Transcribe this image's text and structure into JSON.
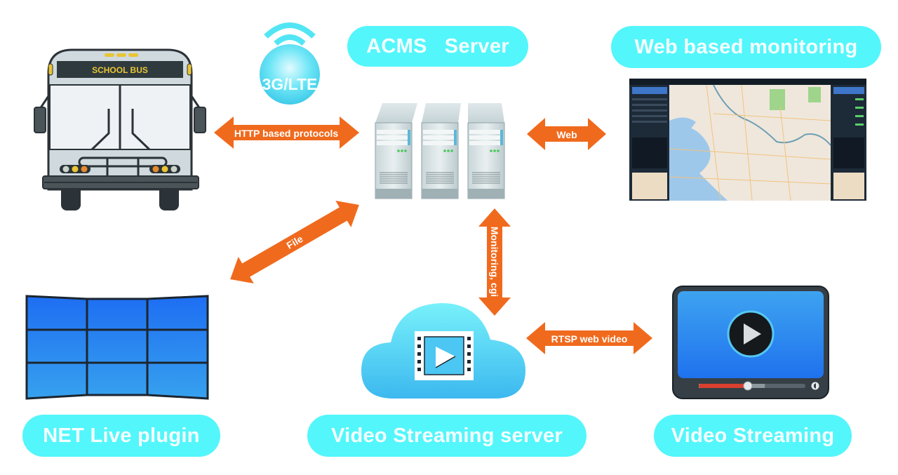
{
  "title": "ACMS system architecture diagram",
  "colors": {
    "pill": "#53f6fb",
    "pill_text": "#f4ffff",
    "arrow": "#f06a1e",
    "arrow_text": "#ffffff",
    "screen_blue": "#1f7ef0"
  },
  "nodes": {
    "bus": {
      "sign_text": "SCHOOL BUS",
      "icon": "school-bus-icon"
    },
    "network": {
      "label": "3G/LTE",
      "icon": "wifi-signal-icon"
    },
    "acms_server": {
      "label": "ACMS   Server",
      "icon": "server-rack-icon"
    },
    "web_monitoring": {
      "label": "Web based monitoring",
      "icon": "map-dashboard-screenshot"
    },
    "net_live_plugin": {
      "label": "NET Live plugin",
      "icon": "video-wall-icon"
    },
    "video_streaming_server": {
      "label": "Video Streaming server",
      "icon": "cloud-video-icon"
    },
    "video_streaming": {
      "label": "Video Streaming",
      "icon": "video-player-icon"
    }
  },
  "connections": [
    {
      "id": "http",
      "from": "bus",
      "to": "acms_server",
      "label": "HTTP based protocols",
      "direction": "bidirectional"
    },
    {
      "id": "web",
      "from": "acms_server",
      "to": "web_monitoring",
      "label": "Web",
      "direction": "bidirectional"
    },
    {
      "id": "file",
      "from": "acms_server",
      "to": "net_live_plugin",
      "label": "File",
      "direction": "bidirectional"
    },
    {
      "id": "monitoring",
      "from": "acms_server",
      "to": "video_streaming_server",
      "label": "Monitoring, cgi",
      "direction": "bidirectional"
    },
    {
      "id": "rtsp",
      "from": "video_streaming_server",
      "to": "video_streaming",
      "label": "RTSP web video",
      "direction": "bidirectional"
    }
  ],
  "player": {
    "progress": 0.46,
    "buffered": 0.62
  }
}
